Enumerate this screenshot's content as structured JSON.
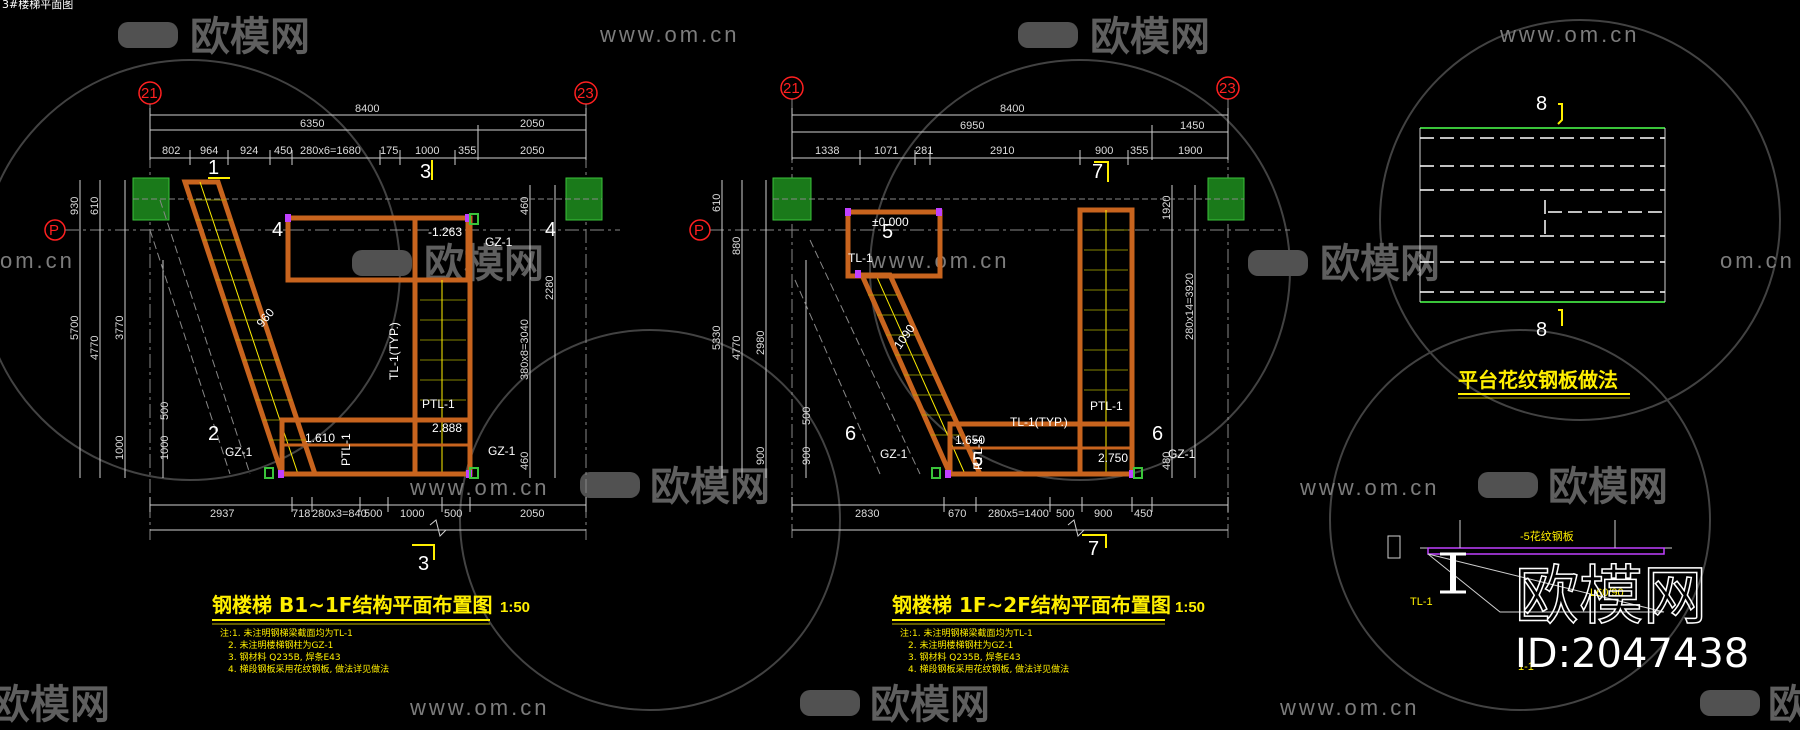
{
  "top_left_caption": "3#楼梯平面图",
  "watermark": {
    "logo_text": "欧模网",
    "url": "www.om.cn",
    "url_left": "om.cn"
  },
  "drawing_left": {
    "grid_top_left": "21",
    "grid_top_right": "23",
    "grid_side": "P",
    "overall_dim": "8400",
    "dim_row2": [
      "6350",
      "2050"
    ],
    "dim_row3": [
      "802",
      "964",
      "924",
      "450",
      "280x6=1680",
      "175",
      "1000",
      "355",
      "2050"
    ],
    "dim_bottom": [
      "2937",
      "718",
      "280x3=840",
      "500",
      "1000",
      "500",
      "2050"
    ],
    "dim_left": [
      "930",
      "610",
      "5700",
      "4770",
      "3770",
      "500",
      "1000",
      "1000"
    ],
    "dim_right": [
      "460",
      "2280",
      "380x8=3040",
      "460"
    ],
    "elevations": [
      "-1.263",
      "1.610",
      "2.888"
    ],
    "labels": [
      "GZ-1",
      "GZ-1",
      "GZ-1",
      "PTL-1",
      "TL-1(TYP.)",
      "PTL-1",
      "960"
    ],
    "section_marks": [
      "1",
      "2",
      "3",
      "3",
      "4",
      "4"
    ],
    "title": "钢楼梯 B1~1F结构平面布置图",
    "scale": "1:50",
    "notes": [
      "注:1. 未注明钢梯梁截面均为TL-1",
      "2. 未注明楼梯钢柱为GZ-1",
      "3. 钢材料 Q235B, 焊条E43",
      "4. 梯段钢板采用花纹钢板, 做法详见做法"
    ]
  },
  "drawing_mid": {
    "grid_top_left": "21",
    "grid_top_right": "23",
    "grid_side": "P",
    "overall_dim": "8400",
    "dim_row2": [
      "6950",
      "1450"
    ],
    "dim_row3": [
      "1338",
      "1071",
      "281",
      "2910",
      "900",
      "355",
      "1900"
    ],
    "dim_bottom": [
      "2830",
      "670",
      "280x5=1400",
      "500",
      "900",
      "450"
    ],
    "dim_left": [
      "610",
      "880",
      "5330",
      "4770",
      "2980",
      "500",
      "900",
      "900"
    ],
    "dim_right": [
      "1920",
      "280x14=3920",
      "480"
    ],
    "elevations": [
      "±0.000",
      "1.650",
      "2.750"
    ],
    "labels": [
      "TL-1",
      "GZ-1",
      "TL-1(TYP.)",
      "PTL-1",
      "PTL-1",
      "GZ-1",
      "1090"
    ],
    "section_marks": [
      "5",
      "5",
      "6",
      "6",
      "7",
      "7"
    ],
    "title": "钢楼梯 1F~2F结构平面布置图",
    "scale": "1:50",
    "notes": [
      "注:1. 未注明钢梯梁截面均为TL-1",
      "2. 未注明楼梯钢柱为GZ-1",
      "3. 钢材料 Q235B, 焊条E43",
      "4. 梯段钢板采用花纹钢板, 做法详见做法"
    ]
  },
  "drawing_right": {
    "section_mark": "8",
    "title": "平台花纹钢板做法",
    "detail_labels": [
      "TL-1",
      "-5花纹钢板",
      "L60/90",
      "1-1"
    ]
  },
  "brand_overlay": {
    "logo": "欧模网",
    "id": "ID:2047438"
  },
  "colors": {
    "background": "#000000",
    "title": "#ffef00",
    "beam": "#c8641e",
    "grid_axis": "#ff2020",
    "column": "#1a7a1a",
    "stair_line": "#ffef00",
    "dim": "#dcdcdc"
  }
}
